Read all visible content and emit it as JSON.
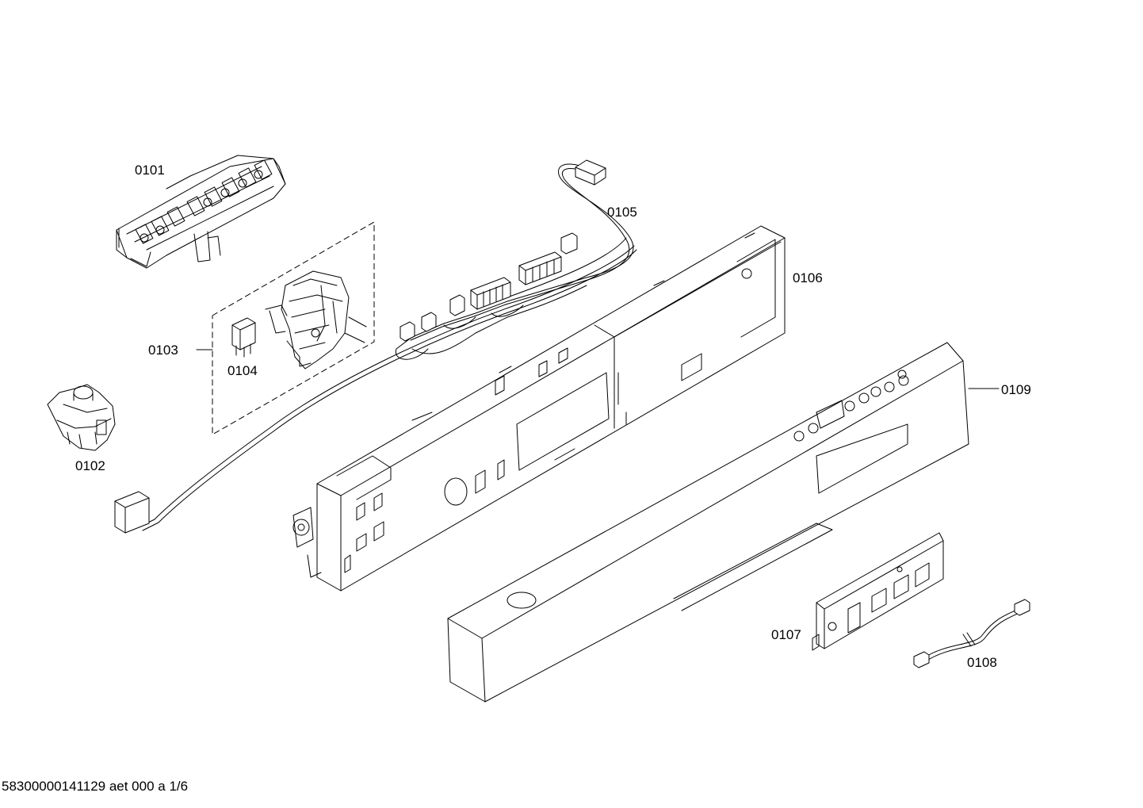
{
  "labels": {
    "p0101": "0101",
    "p0102": "0102",
    "p0103": "0103",
    "p0104": "0104",
    "p0105": "0105",
    "p0106": "0106",
    "p0107": "0107",
    "p0108": "0108",
    "p0109": "0109"
  },
  "footer": "58300000141129 aet 000 a 1/6"
}
